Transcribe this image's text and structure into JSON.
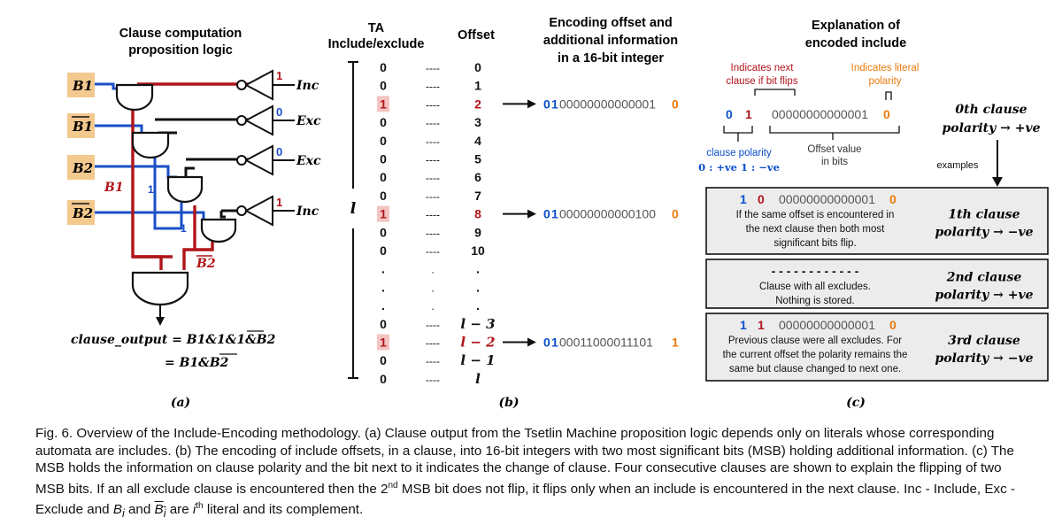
{
  "colors": {
    "blue_wire": "#1a4fc7",
    "red_wire": "#b0141a",
    "highlight": "#f3c98e",
    "pink": "#f4c4c1",
    "orange": "#e87a0a",
    "polarity_blue": "#0a4fc9",
    "box_fill": "#ececec"
  },
  "panel_a": {
    "title_line1": "Clause computation",
    "title_line2": "proposition logic",
    "inputs": [
      "B1",
      "B1",
      "B2",
      "B2"
    ],
    "b1_label": "B1",
    "b2_label": "B2",
    "wire_labels": {
      "top_one": "1",
      "mid_one": "1",
      "low_one": "1",
      "zero_one": "0",
      "zero_two": "0",
      "inc_one": "1"
    },
    "gate_outputs": [
      "Inc",
      "Exc",
      "Exc",
      "Inc"
    ],
    "output_eq1": "clause_output = B1&1&1&B2",
    "output_eq2": "= B1&B2",
    "label": "(a)"
  },
  "panel_b": {
    "ta_title1": "TA",
    "ta_title2": "Include/exclude",
    "offset_title": "Offset",
    "l_label": "l",
    "dash": "----",
    "rows": [
      {
        "ta": "0",
        "offset": "0"
      },
      {
        "ta": "0",
        "offset": "1"
      },
      {
        "ta": "1",
        "offset": "2",
        "hl": true
      },
      {
        "ta": "0",
        "offset": "3"
      },
      {
        "ta": "0",
        "offset": "4"
      },
      {
        "ta": "0",
        "offset": "5"
      },
      {
        "ta": "0",
        "offset": "6"
      },
      {
        "ta": "0",
        "offset": "7"
      },
      {
        "ta": "1",
        "offset": "8",
        "hl": true
      },
      {
        "ta": "0",
        "offset": "9"
      },
      {
        "ta": "0",
        "offset": "10"
      },
      {
        "ta": ".",
        "offset": "."
      },
      {
        "ta": ".",
        "offset": "."
      },
      {
        "ta": ".",
        "offset": "."
      },
      {
        "ta": "0",
        "offset": "l − 3"
      },
      {
        "ta": "1",
        "offset": "l − 2",
        "hl": true
      },
      {
        "ta": "0",
        "offset": "l − 1"
      },
      {
        "ta": "0",
        "offset": "l"
      }
    ],
    "enc_title1": "Encoding offset and",
    "enc_title2": "additional information",
    "enc_title3": "in a 16-bit integer",
    "encodings": [
      {
        "a": "0",
        "b": "1",
        "mid": "00000000000001",
        "end": "0"
      },
      {
        "a": "0",
        "b": "1",
        "mid": "00000000000100",
        "end": "0"
      },
      {
        "a": "0",
        "b": "1",
        "mid": "00011000011101",
        "end": "1"
      }
    ],
    "label": "(b)"
  },
  "panel_c": {
    "title1": "Explanation of",
    "title2": "encoded include",
    "next_clause1": "Indicates next",
    "next_clause2": "clause if bit flips",
    "literal1": "Indicates literal",
    "literal2": "polarity",
    "main_bits": {
      "a": "0",
      "b": "1",
      "mid": "00000000000001",
      "end": "0"
    },
    "clause_polarity": "clause polarity",
    "polarity_values": "0 : +ve     1 : −ve",
    "offset_value1": "Offset value",
    "offset_value2": "in bits",
    "zeroth_clause1": "0th clause",
    "zeroth_clause2": "polarity → +ve",
    "examples": "examples",
    "boxes": [
      {
        "a": "1",
        "b": "0",
        "mid": "00000000000001",
        "end": "0",
        "lines": [
          "If the same offset is encountered in",
          "the next clause then both most",
          "significant bits flip."
        ],
        "clause1": "1th clause",
        "clause2": "polarity → −ve"
      },
      {
        "dashes": "- - - - - - - - - - - -",
        "lines": [
          "Clause with all excludes.",
          "Nothing is stored."
        ],
        "clause1": "2nd clause",
        "clause2": "polarity → +ve"
      },
      {
        "a": "1",
        "b": "1",
        "mid": "00000000000001",
        "end": "0",
        "lines": [
          "Previous clause were all excludes. For",
          "the current offset the polarity remains the",
          "same but clause changed to next one."
        ],
        "clause1": "3rd clause",
        "clause2": "polarity → −ve"
      }
    ],
    "label": "(c)"
  },
  "caption": {
    "p1": "Fig. 6. Overview of the Include-Encoding methodology. (a) Clause output from the Tsetlin Machine proposition logic depends only on literals whose corresponding automata are includes. (b) The encoding of include offsets, in a clause, into 16-bit integers with two most significant bits (MSB) holding additional information. (c) The MSB holds the information on clause polarity and the bit next to it indicates the change of clause. Four consecutive clauses are shown to explain the flipping of two MSB bits. If an all exclude clause is encountered then the 2",
    "sup1": "nd",
    "p2": " MSB bit does not flip, it flips only when an include is encountered in the next clause. Inc - Include, Exc - Exclude and ",
    "bi": "B",
    "sub_i": "i",
    "p3": " and ",
    "p4": " are ",
    "i_th": "i",
    "sup2": "th",
    "p5": " literal and its complement."
  }
}
